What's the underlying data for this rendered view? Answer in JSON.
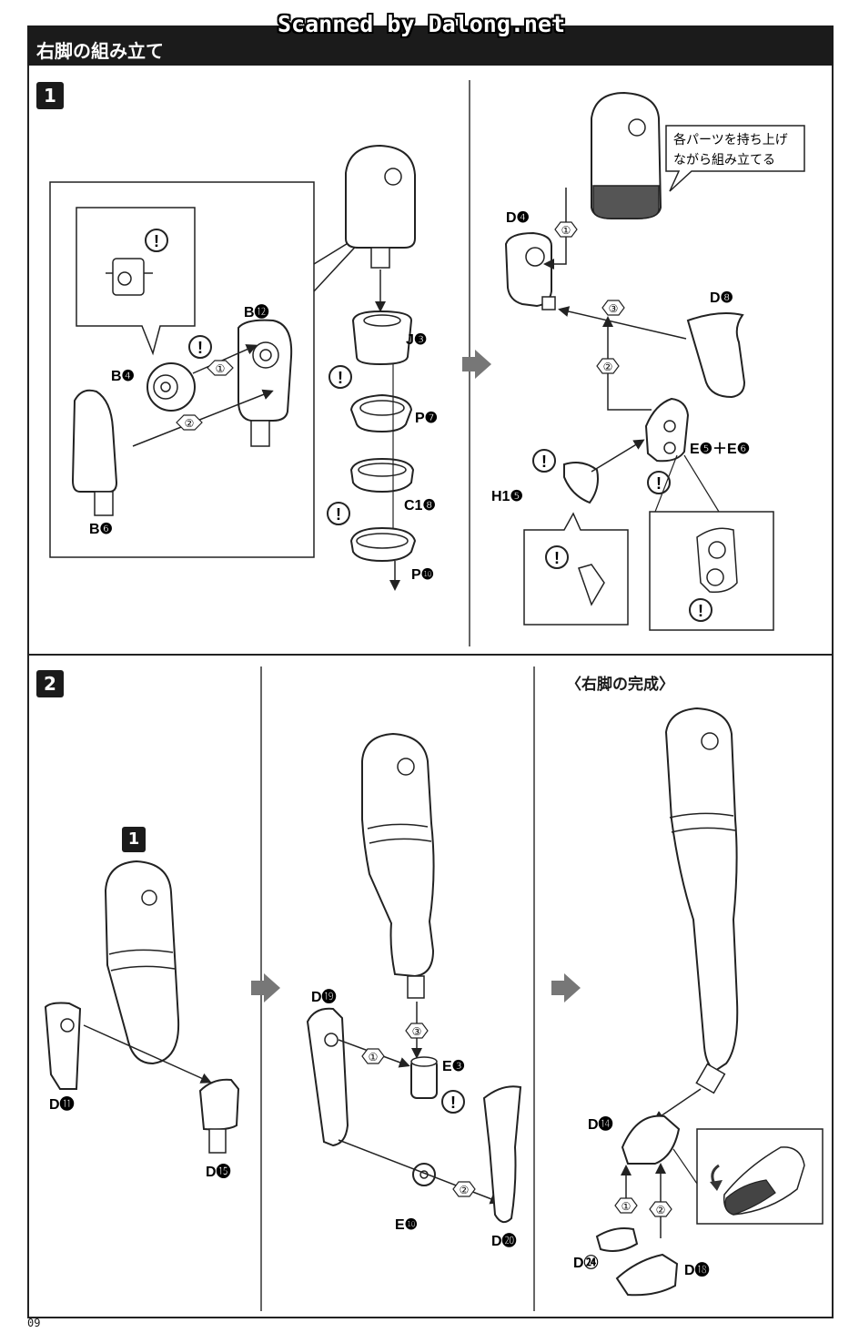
{
  "watermark": "Scanned by Dalong.net",
  "header": {
    "title": "右脚の組み立て"
  },
  "page_number": "09",
  "step1": {
    "badge": "1",
    "callout": {
      "line1": "各パーツを持ち上げ",
      "line2": "ながら組み立てる"
    }
  },
  "step2": {
    "badge": "2",
    "sub_badge": "1",
    "completion_title": "〈右脚の完成〉"
  },
  "labels": {
    "B12": "B⓬",
    "B4": "B❹",
    "B6": "B❻",
    "J3": "J❸",
    "P7": "P❼",
    "C18": "C1❽",
    "P10": "P❿",
    "D4": "D❹",
    "D8": "D❽",
    "E5E6": "E❺＋E❻",
    "H15": "H1❺",
    "D11": "D⓫",
    "D15": "D⓯",
    "D19": "D⓳",
    "E3": "E❸",
    "E10": "E❿",
    "D20": "D⓴",
    "D14": "D⓮",
    "D24": "D㉔",
    "D18": "D⓲"
  },
  "order_marks": [
    "①",
    "②",
    "③"
  ],
  "icons": [
    "exclamation-icon",
    "arrow-right-icon",
    "bend-arrow-icon"
  ]
}
